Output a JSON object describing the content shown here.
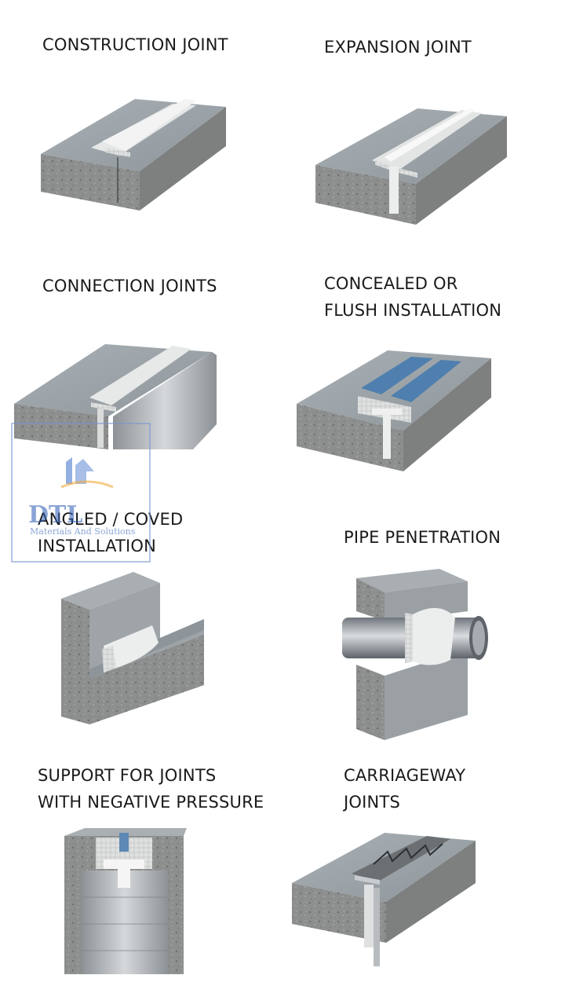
{
  "labels": {
    "construction": "CONSTRUCTION JOINT",
    "expansion": "EXPANSION JOINT",
    "connection": "CONNECTION JOINTS",
    "concealed_1": "CONCEALED OR",
    "concealed_2": "FLUSH INSTALLATION",
    "angled_1": "ANGLED / COVED",
    "angled_2": "INSTALLATION",
    "pipe": "PIPE PENETRATION",
    "support_1": "SUPPORT FOR JOINTS",
    "support_2": "WITH NEGATIVE PRESSURE",
    "carriageway_1": "CARRIAGEWAY",
    "carriageway_2": "JOINTS"
  },
  "watermark": {
    "brand": "DTL",
    "tagline": "Materials And Solutions"
  },
  "colors": {
    "concrete_top": "#9aa1a6",
    "concrete_side": "#8a8c8b",
    "tape": "#e9ebea",
    "steel": "#b9bdc1",
    "blue_cover": "#4f7fae"
  }
}
